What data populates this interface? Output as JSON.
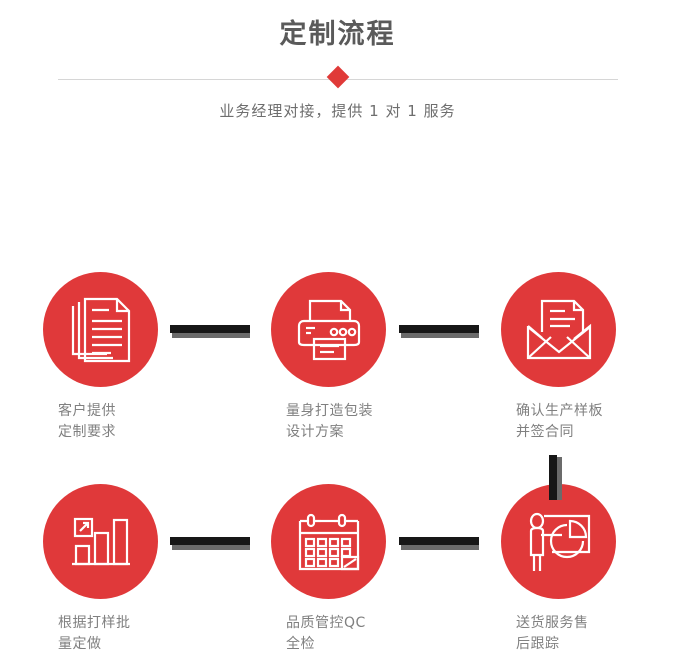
{
  "header": {
    "title": "定制流程",
    "subtitle": "业务经理对接，提供 1 对 1 服务",
    "diamond_color": "#e03a38",
    "divider_color": "#d6d6d6",
    "title_color": "#5a5a5a",
    "subtitle_color": "#6e6e6e"
  },
  "theme": {
    "circle_color": "#e0393a",
    "connector_color": "#171717",
    "connector_shadow_color": "#6b6b6b",
    "label_color": "#808080",
    "background": "#ffffff"
  },
  "steps": [
    {
      "index": 1,
      "icon": "documents-icon",
      "label": "客户提供\n定制要求"
    },
    {
      "index": 2,
      "icon": "printer-icon",
      "label": "量身打造包装\n设计方案"
    },
    {
      "index": 3,
      "icon": "envelope-document-icon",
      "label": "确认生产样板\n并签合同"
    },
    {
      "index": 4,
      "icon": "bar-chart-growth-icon",
      "label": "根据打样批\n量定做"
    },
    {
      "index": 5,
      "icon": "calendar-icon",
      "label": "品质管控QC\n全检"
    },
    {
      "index": 6,
      "icon": "presenter-pie-chart-icon",
      "label": "送货服务售\n后跟踪"
    }
  ],
  "connectors": [
    {
      "name": "connector-step1-step2",
      "orientation": "horizontal"
    },
    {
      "name": "connector-step2-step3",
      "orientation": "horizontal"
    },
    {
      "name": "connector-step3-step6",
      "orientation": "vertical"
    },
    {
      "name": "connector-step4-step5",
      "orientation": "horizontal"
    },
    {
      "name": "connector-step5-step6",
      "orientation": "horizontal"
    }
  ]
}
